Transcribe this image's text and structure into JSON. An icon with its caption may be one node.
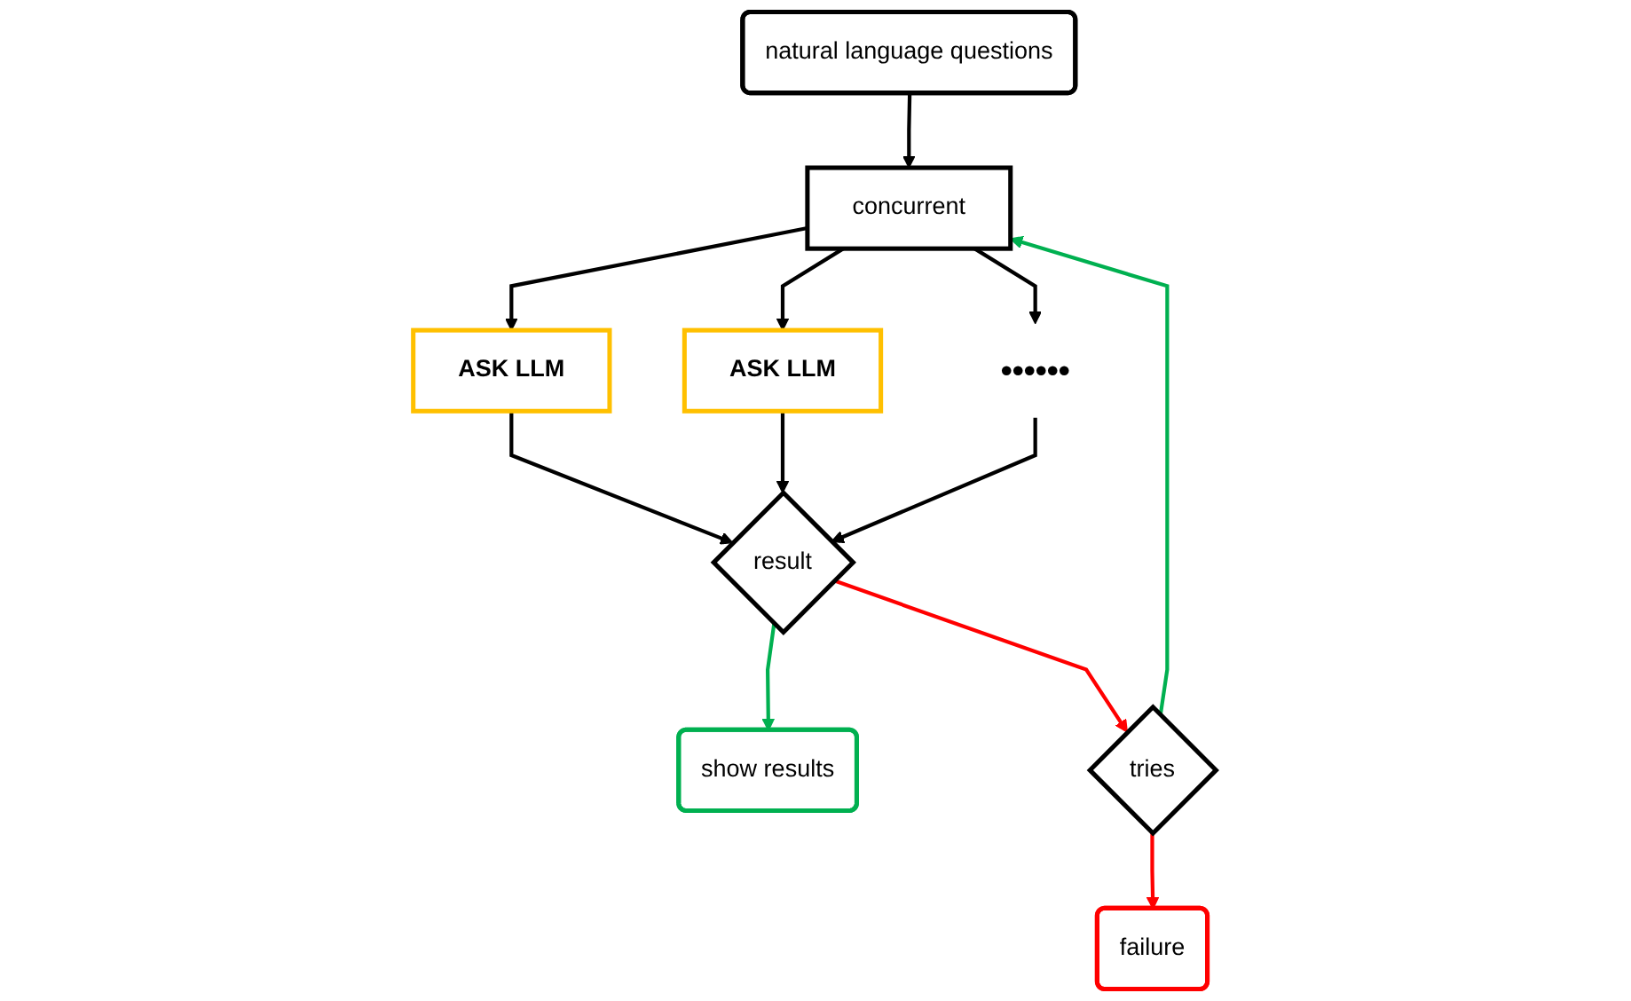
{
  "diagram": {
    "nodes": [
      {
        "text": [
          "natural language questions"
        ]
      },
      {
        "text": [
          "concurrent"
        ]
      },
      {
        "text": [
          "ASK LLM"
        ]
      },
      {
        "text": [
          "ASK LLM"
        ]
      },
      {
        "text": [
          "••••••"
        ]
      },
      {
        "text": [
          "result"
        ]
      },
      {
        "text": [
          "show results"
        ]
      },
      {
        "text": [
          "tries"
        ]
      },
      {
        "text": [
          "failure"
        ]
      }
    ],
    "edges": [
      {
        "from": 0,
        "to": 1,
        "arrow": "to"
      },
      {
        "from": 1,
        "to": 2,
        "arrow": "to"
      },
      {
        "from": 1,
        "to": 3,
        "arrow": "to"
      },
      {
        "from": 1,
        "to": 4,
        "arrow": "to"
      },
      {
        "from": 2,
        "to": 5,
        "arrow": "to"
      },
      {
        "from": 3,
        "to": 5,
        "arrow": "to"
      },
      {
        "from": 4,
        "to": 5,
        "arrow": "to"
      },
      {
        "from": 5,
        "to": 6,
        "arrow": "to",
        "color": "#00b050"
      },
      {
        "from": 5,
        "to": 7,
        "arrow": "to",
        "color": "#ff0000"
      },
      {
        "from": 7,
        "to": 1,
        "arrow": "to",
        "color": "#00b050"
      },
      {
        "from": 7,
        "to": 8,
        "arrow": "to",
        "color": "#ff0000"
      }
    ]
  }
}
